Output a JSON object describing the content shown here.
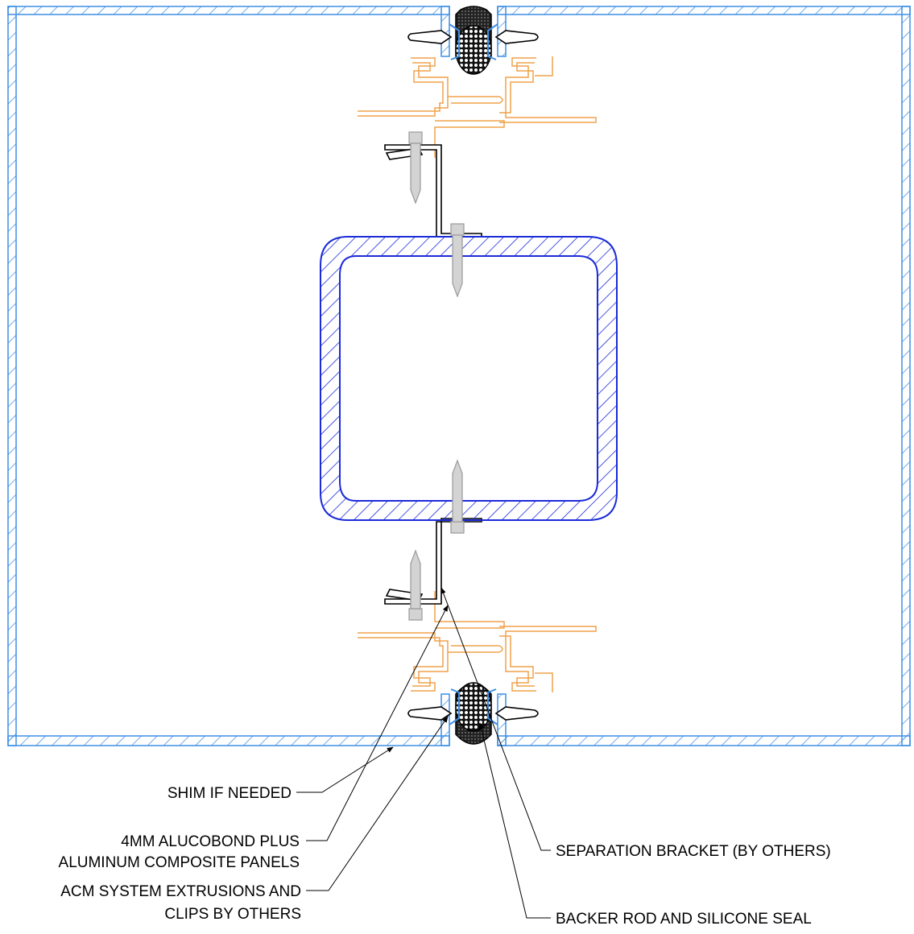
{
  "colors": {
    "panel": "#3d8fe6",
    "tube": "#1b2bd8",
    "extrusion": "#f0a24a",
    "fastener": "#b5b5b5",
    "line": "#000000",
    "background": "#ffffff"
  },
  "callouts": {
    "shim": "SHIM IF NEEDED",
    "panels_line1": "4MM ALUCOBOND PLUS",
    "panels_line2": "ALUMINUM COMPOSITE PANELS",
    "extrusions_line1": "ACM SYSTEM EXTRUSIONS AND",
    "extrusions_line2": "CLIPS BY OTHERS",
    "bracket": "SEPARATION BRACKET (BY OTHERS)",
    "seal": "BACKER ROD AND SILICONE SEAL"
  }
}
